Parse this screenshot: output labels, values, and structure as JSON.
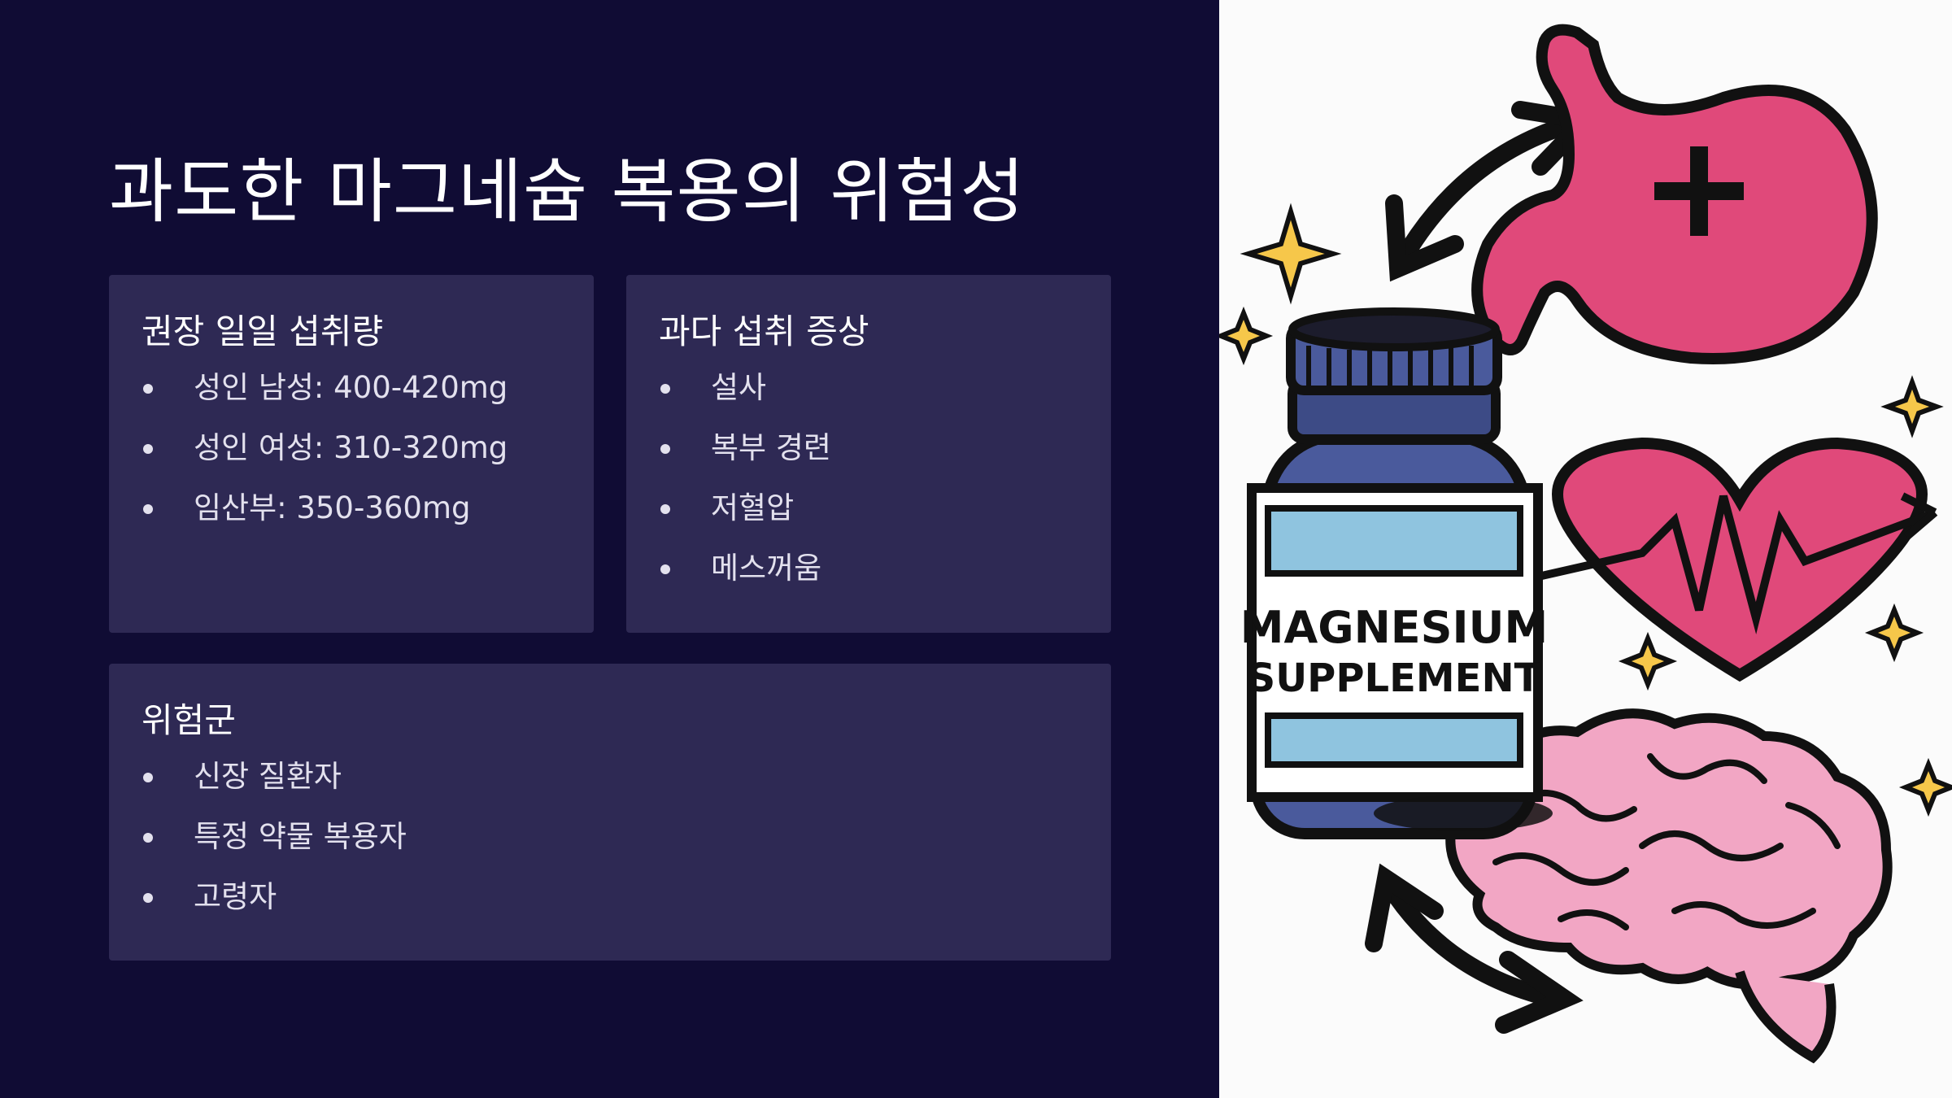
{
  "slide": {
    "title": "과도한 마그네슘 복용의 위험성",
    "cards": {
      "daily": {
        "heading": "권장 일일 섭취량",
        "items": [
          "성인 남성: 400-420mg",
          "성인 여성: 310-320mg",
          "임산부: 350-360mg"
        ]
      },
      "symptoms": {
        "heading": "과다 섭취 증상",
        "items": [
          "설사",
          "복부 경련",
          "저혈압",
          "메스꺼움"
        ]
      },
      "risk": {
        "heading": "위험군",
        "items": [
          "신장 질환자",
          "특정 약물 복용자",
          "고령자"
        ]
      }
    },
    "illustration": {
      "bottle_label_line1": "MAGNESIUM",
      "bottle_label_line2": "SUPPLEMENT"
    }
  },
  "colors": {
    "background": "#100c34",
    "card": "#2e2954",
    "bottle": "#4a5a9c",
    "organ_pink": "#e0497a",
    "brain_pink": "#f2a6c4",
    "star": "#f6c74a"
  }
}
